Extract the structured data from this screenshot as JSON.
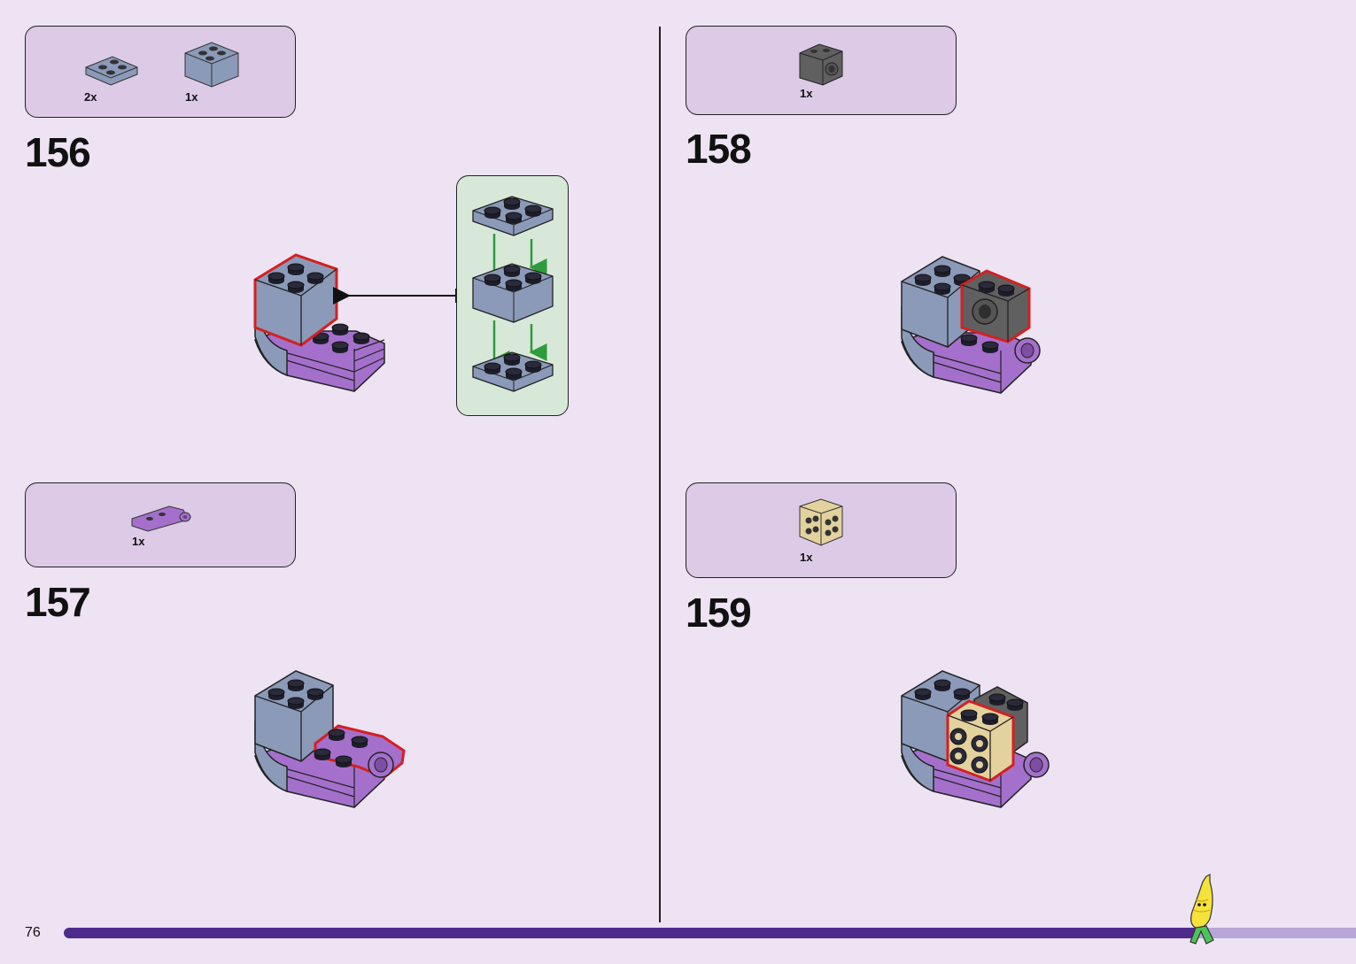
{
  "page": {
    "number": "76",
    "progress_fraction": 0.878
  },
  "steps": [
    {
      "number": "156",
      "parts": [
        {
          "icon": "plate-2x2-sand-blue-icon",
          "qty": "2x"
        },
        {
          "icon": "brick-2x2-sand-blue-icon",
          "qty": "1x"
        }
      ]
    },
    {
      "number": "157",
      "parts": [
        {
          "icon": "plate-with-pin-hole-purple-icon",
          "qty": "1x"
        }
      ]
    },
    {
      "number": "158",
      "parts": [
        {
          "icon": "technic-brick-dark-grey-icon",
          "qty": "1x"
        }
      ]
    },
    {
      "number": "159",
      "parts": [
        {
          "icon": "brick-studs-on-side-tan-icon",
          "qty": "1x"
        }
      ]
    }
  ],
  "colors": {
    "background": "#ede3f3",
    "parts_box": "#dccae6",
    "sub_assembly_box": "#d8e8d8",
    "highlight": "#d42020",
    "sand_blue": "#8b9ab8",
    "purple": "#a470cc",
    "dark_grey": "#606060",
    "tan": "#e3d29e",
    "arrow_green": "#2d9c3c",
    "progress_fill": "#4e2a8c",
    "progress_track": "#b9a7d8"
  }
}
